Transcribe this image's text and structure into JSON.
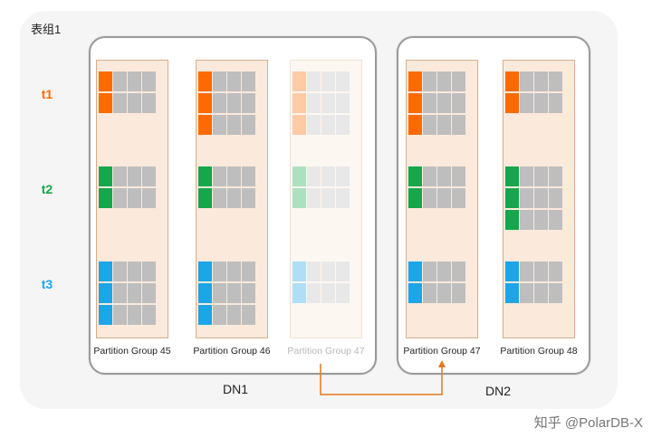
{
  "table_group_title": "表组1",
  "dn": [
    {
      "label": "DN1"
    },
    {
      "label": "DN2"
    }
  ],
  "tables": [
    {
      "name": "t1",
      "color": "#ff6a00"
    },
    {
      "name": "t2",
      "color": "#14a74b"
    },
    {
      "name": "t3",
      "color": "#1aa6e8"
    }
  ],
  "partition_groups": [
    {
      "label": "Partition Group 45",
      "dn": "DN1",
      "faded": false,
      "rows": {
        "t1": 2,
        "t2": 2,
        "t3": 3
      }
    },
    {
      "label": "Partition Group 46",
      "dn": "DN1",
      "faded": false,
      "rows": {
        "t1": 3,
        "t2": 2,
        "t3": 3
      }
    },
    {
      "label": "Partition Group 47",
      "dn": "DN1",
      "faded": true,
      "rows": {
        "t1": 3,
        "t2": 2,
        "t3": 2
      }
    },
    {
      "label": "Partition Group 47",
      "dn": "DN2",
      "faded": false,
      "rows": {
        "t1": 3,
        "t2": 2,
        "t3": 2
      }
    },
    {
      "label": "Partition Group 48",
      "dn": "DN2",
      "faded": false,
      "rows": {
        "t1": 2,
        "t2": 3,
        "t3": 2
      }
    }
  ],
  "colors": {
    "gray_cell": "#bebebe",
    "pg_fill": "#fbe9db",
    "pg_border": "#d9ad8a",
    "arrow": "#e07a1f"
  },
  "watermark": "知乎 @PolarDB-X"
}
